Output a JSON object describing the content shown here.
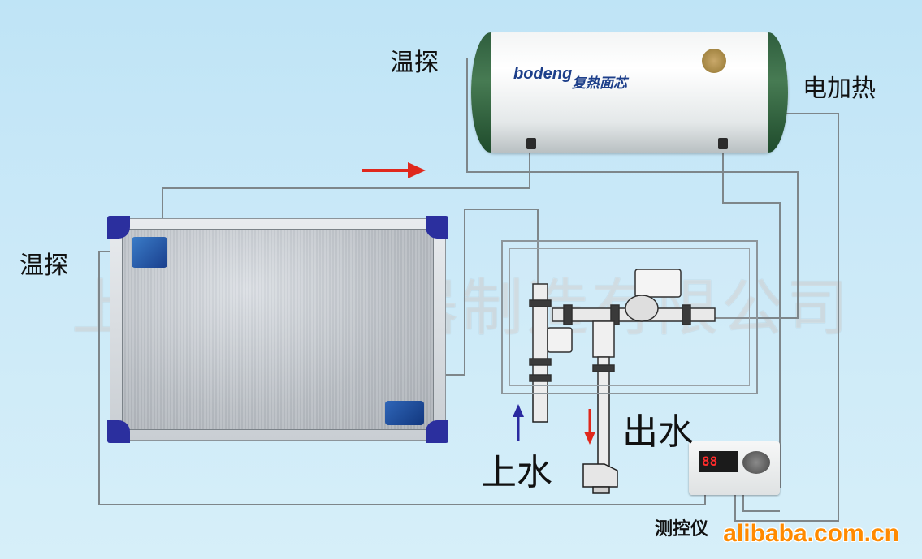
{
  "labels": {
    "temp_probe_tank": "温探",
    "electric_heating": "电加热",
    "temp_probe_collector": "温探",
    "water_in": "上水",
    "water_out": "出水",
    "controller": "测控仪"
  },
  "watermark": "上海博登电器制造有限公司",
  "site_credit": "alibaba.com.cn",
  "tank": {
    "brand_script": "bodeng",
    "brand_text": "复热面芯"
  },
  "controller_panel": {
    "display": "88"
  },
  "colors": {
    "background": "#c8e8f7",
    "pipe": "#7e868a",
    "flow_arrow_red": "#e0281c",
    "flow_arrow_blue": "#2a2aa0",
    "collector_corner": "#2b2f9e",
    "tank_cap": "#3d6b49",
    "site_credit": "#ff8a00"
  },
  "icons": {
    "flow_to_tank": "arrow-right-red",
    "water_in_arrow": "arrow-up-blue",
    "water_out_arrow": "arrow-down-red"
  }
}
